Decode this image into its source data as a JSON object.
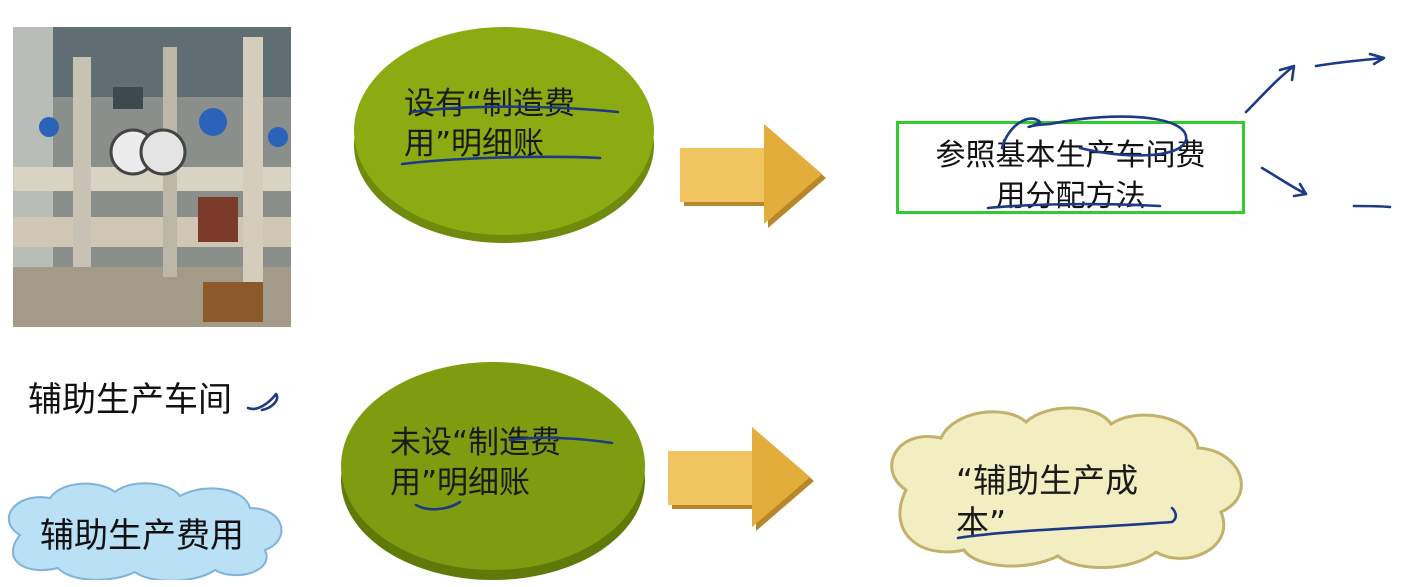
{
  "workshop_label": "辅助生产车间",
  "cost_cloud_label": "辅助生产费用",
  "top_ellipse_text": "设有“制造费\n用”明细账",
  "bottom_ellipse_text": "未设“制造费\n用”明细账",
  "method_box_text": "参照基本生产车间费\n用分配方法",
  "cost_cloud_right_text": "“辅助生产成\n本”",
  "colors": {
    "ellipse_green": "#8cab12",
    "box_border": "#2ecc2e",
    "arrow_fill": "#f0c560",
    "cloud_blue": "#b9e0f5",
    "cloud_yellow": "#f2eec2",
    "ink": "#1c3a86"
  }
}
